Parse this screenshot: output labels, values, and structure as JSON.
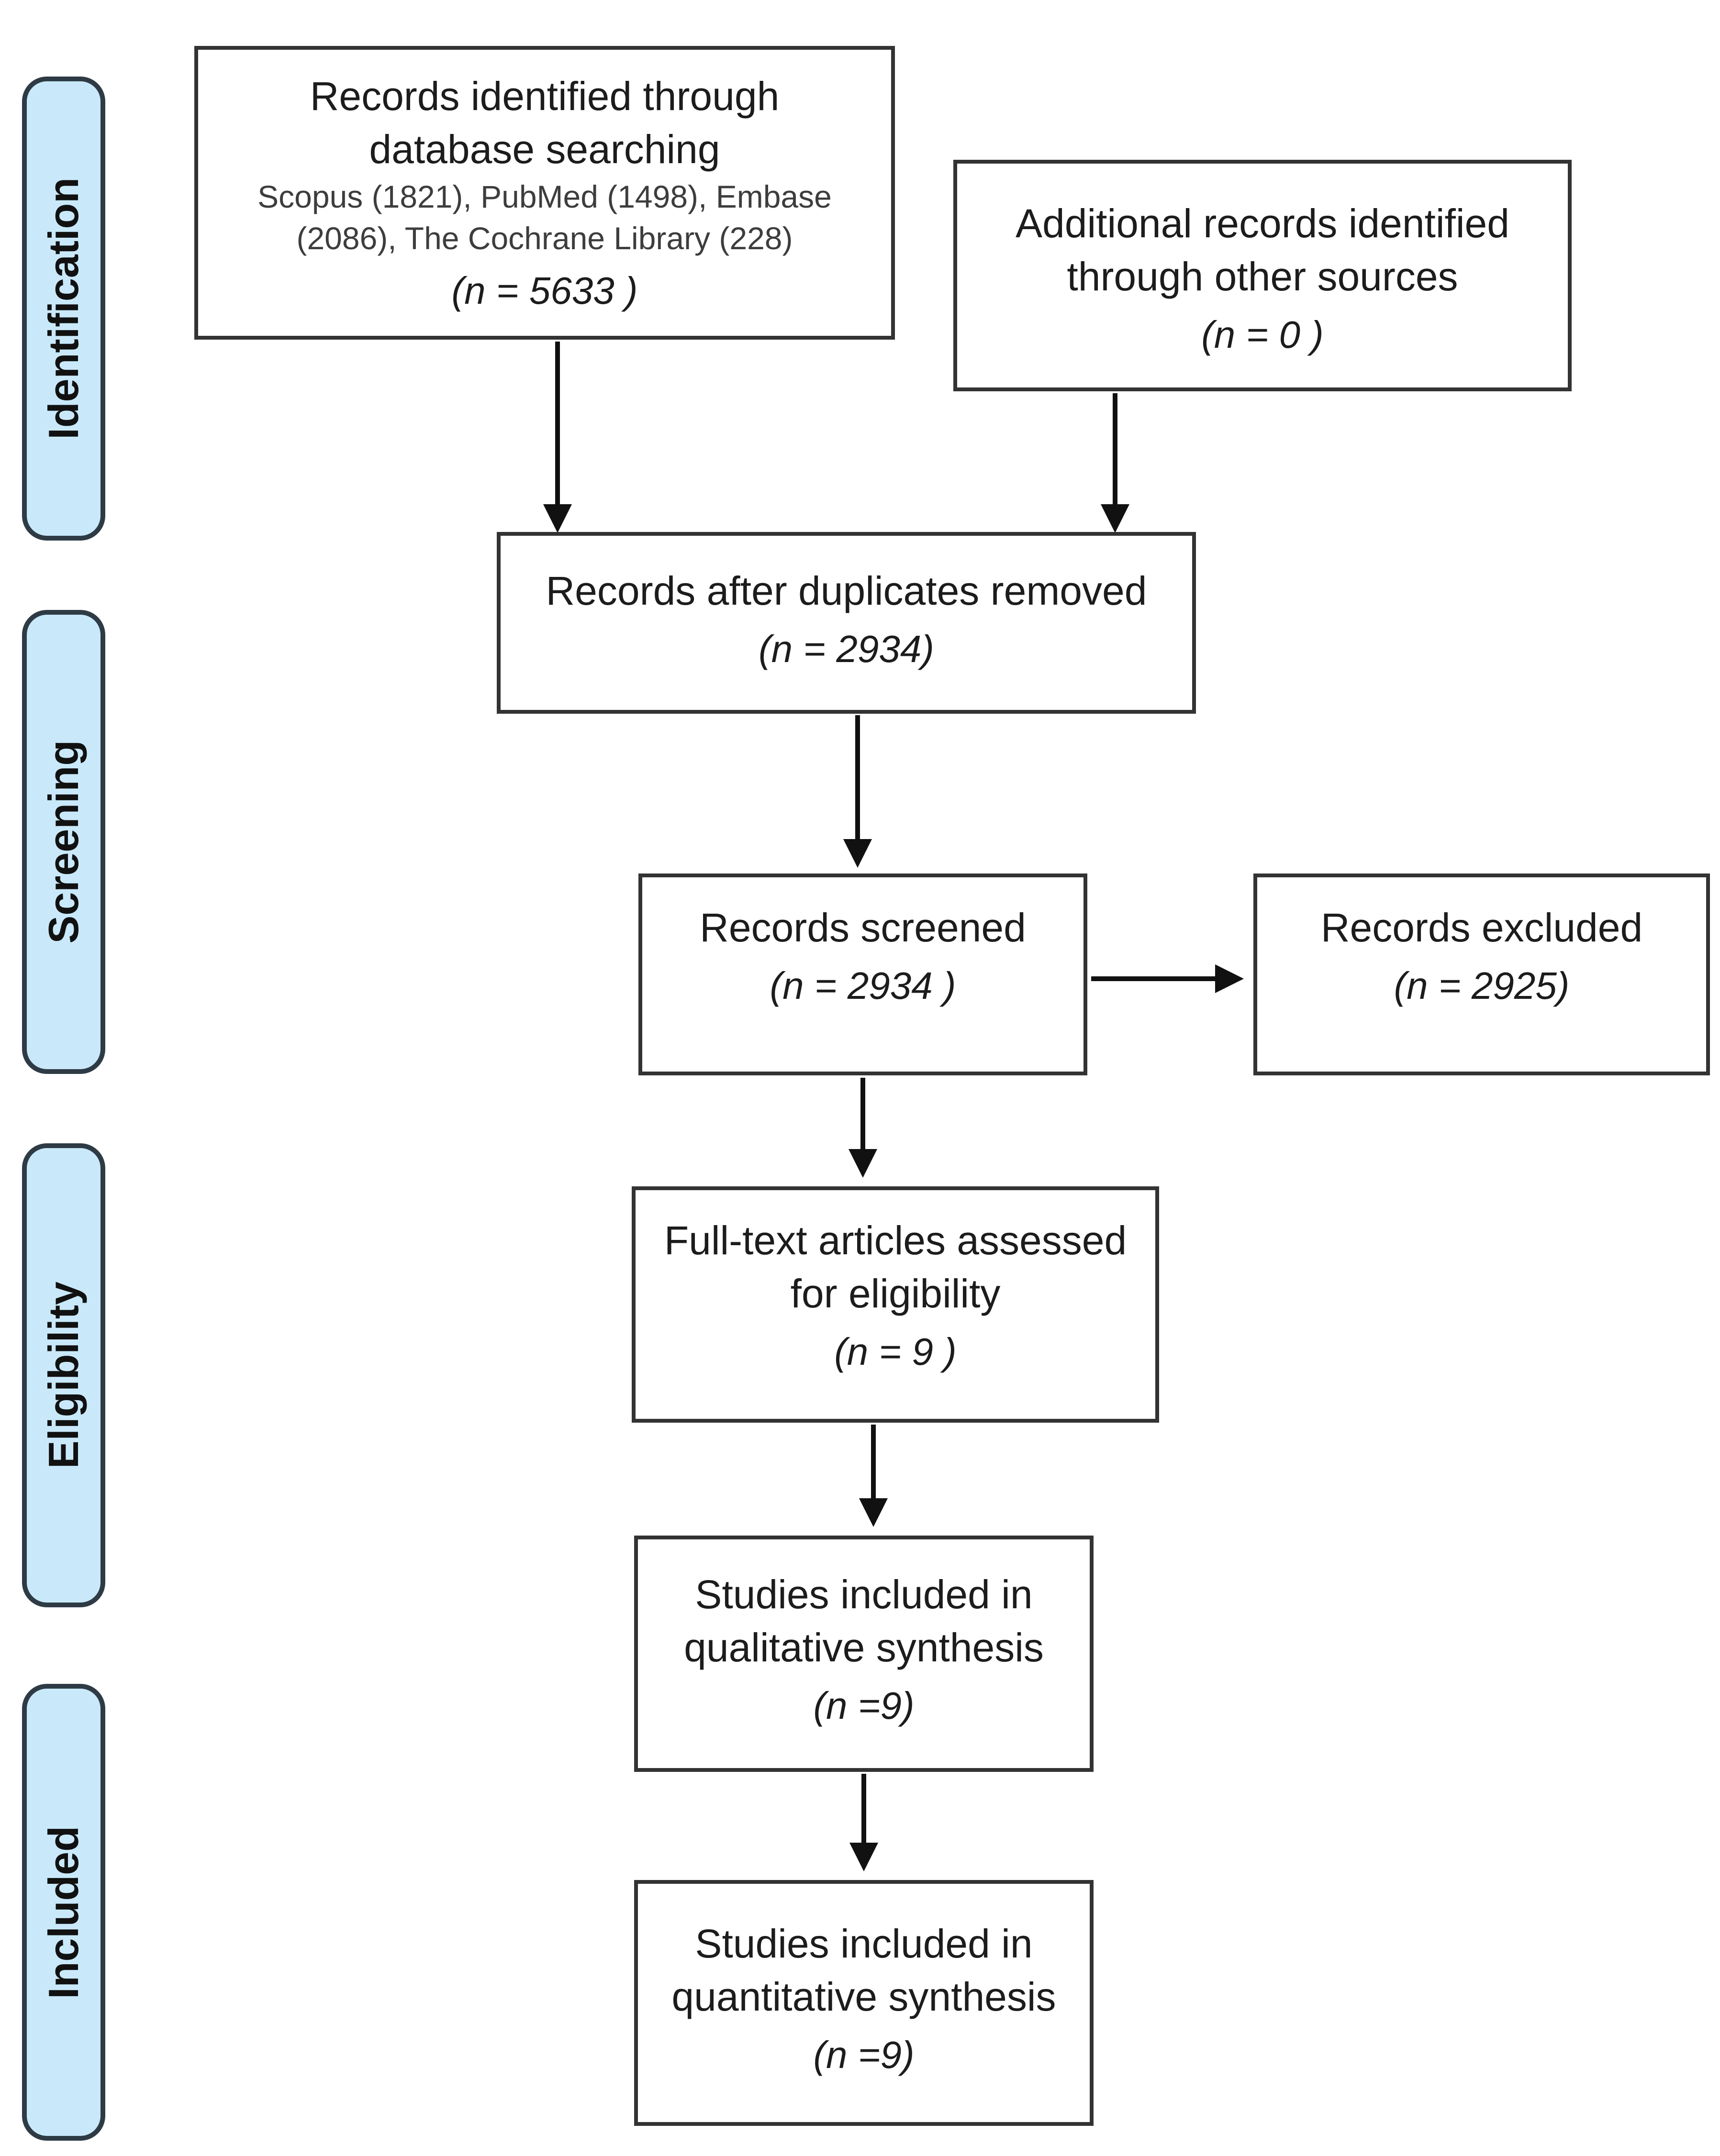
{
  "colors": {
    "stage_fill": "#c9e9fb",
    "stage_border": "#2e3b45",
    "box_border": "#333333",
    "box_fill": "#ffffff",
    "arrow": "#111111",
    "text": "#1c1c1c",
    "detail_text": "#3d3d3d",
    "background": "#ffffff"
  },
  "stages": {
    "identification": "Identification",
    "screening": "Screening",
    "eligibility": "Eligibility",
    "included": "Included"
  },
  "boxes": {
    "identified": {
      "title": "Records identified through\ndatabase searching",
      "detail": "Scopus (1821), PubMed (1498), Embase\n(2086), The Cochrane Library (228)",
      "n": "(n = 5633 )"
    },
    "additional": {
      "title": "Additional records identified\nthrough other sources",
      "n": "(n = 0 )"
    },
    "deduplicated": {
      "title": "Records after duplicates removed",
      "n": "(n = 2934)"
    },
    "screened": {
      "title": "Records screened",
      "n": "(n = 2934 )"
    },
    "excluded": {
      "title": "Records excluded",
      "n": "(n = 2925)"
    },
    "fulltext": {
      "title": "Full-text articles assessed\nfor eligibility",
      "n": "(n = 9 )"
    },
    "qualitative": {
      "title": "Studies included in\nqualitative synthesis",
      "n": "(n =9)"
    },
    "quantitative": {
      "title": "Studies included in\nquantitative synthesis",
      "n": "(n =9)"
    }
  }
}
